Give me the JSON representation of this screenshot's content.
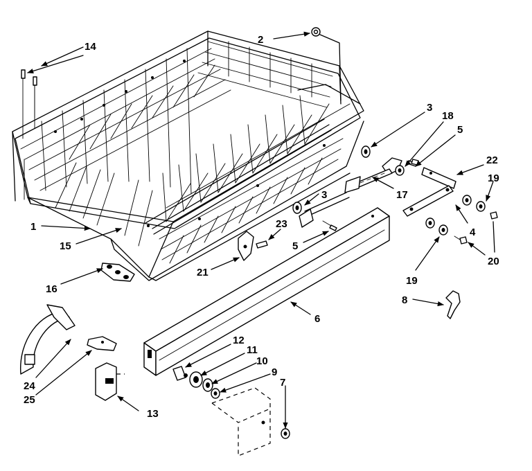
{
  "diagram": {
    "labels": {
      "p1": "1",
      "p2": "2",
      "p3a": "3",
      "p3b": "3",
      "p4": "4",
      "p5a": "5",
      "p5b": "5",
      "p6": "6",
      "p7": "7",
      "p8": "8",
      "p9": "9",
      "p10": "10",
      "p11": "11",
      "p12": "12",
      "p13": "13",
      "p14": "14",
      "p15": "15",
      "p16": "16",
      "p17": "17",
      "p18": "18",
      "p19a": "19",
      "p19b": "19",
      "p20": "20",
      "p21": "21",
      "p22": "22",
      "p23": "23",
      "p24": "24",
      "p25": "25"
    }
  }
}
